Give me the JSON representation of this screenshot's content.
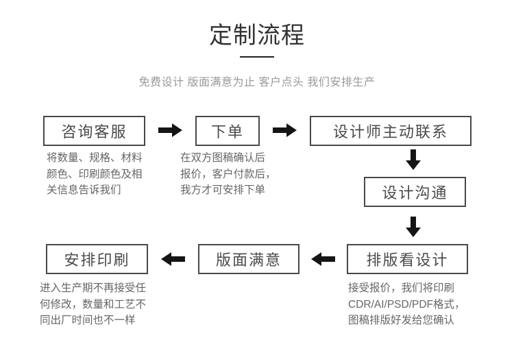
{
  "title": "定制流程",
  "subtitle": "免费设计 版面满意为止 客户点头 我们安排生产",
  "flow": {
    "consult": {
      "label": "咨询客服",
      "note": [
        "将数量、规格、材料",
        "颜色、印刷颜色及相",
        "关信息告诉我们"
      ]
    },
    "order": {
      "label": "下单",
      "note": [
        "在双方图稿确认后",
        "报价，客户付款后，",
        "我方才可安排下单"
      ]
    },
    "designer_contact": {
      "label": "设计师主动联系"
    },
    "design_communication": {
      "label": "设计沟通"
    },
    "layout_review": {
      "label": "排版看设计",
      "note": [
        "接受报价，我们将印刷",
        "CDR/AI/PSD/PDF格式，",
        "图稿排版好发给您确认"
      ]
    },
    "layout_satisfied": {
      "label": "版面满意"
    },
    "arrange_printing": {
      "label": "安排印刷",
      "note": [
        "进入生产期不再接受任",
        "何修改，数量和工艺不",
        "同出厂时间也不一样"
      ]
    }
  },
  "icons": {
    "arrow_right": "arrow-right-icon",
    "arrow_left": "arrow-left-icon",
    "arrow_down": "arrow-down-icon"
  },
  "colors": {
    "background": "#ffffff",
    "title_text": "#333333",
    "subtitle_text": "#999999",
    "box_border": "#474747",
    "box_text": "#4a4a4a",
    "note_text": "#666666",
    "arrow_fill": "#151515"
  }
}
